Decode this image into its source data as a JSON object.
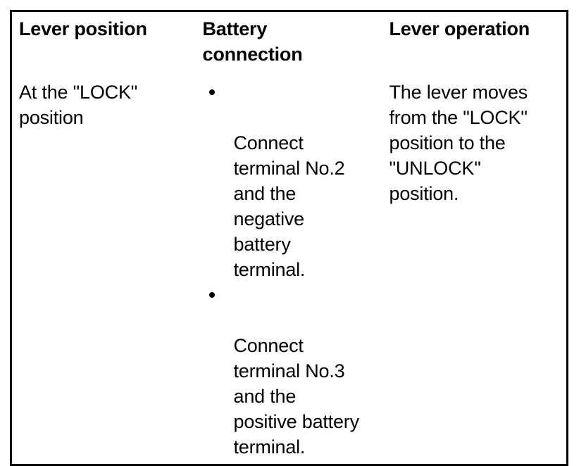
{
  "page": {
    "background_color": "#ffffff",
    "text_color": "#000000",
    "border_color": "#000000"
  },
  "table": {
    "name": "lever-position-battery-connection-table",
    "columns": [
      {
        "key": "lever_position",
        "header": "Lever position"
      },
      {
        "key": "battery_connection",
        "header": "Battery\nconnection"
      },
      {
        "key": "lever_operation",
        "header": "Lever operation"
      }
    ],
    "rows": [
      {
        "lever_position": "At the \"LOCK\"\nposition",
        "battery_connection": {
          "type": "bullet-list",
          "bullet_glyph": "•",
          "items": [
            "Connect\nterminal No.2\nand the\nnegative\nbattery\nterminal.",
            "Connect\nterminal No.3\nand the\npositive battery\nterminal."
          ]
        },
        "lever_operation": "The lever moves\nfrom the \"LOCK\"\nposition to the\n\"UNLOCK\"\nposition."
      }
    ]
  }
}
